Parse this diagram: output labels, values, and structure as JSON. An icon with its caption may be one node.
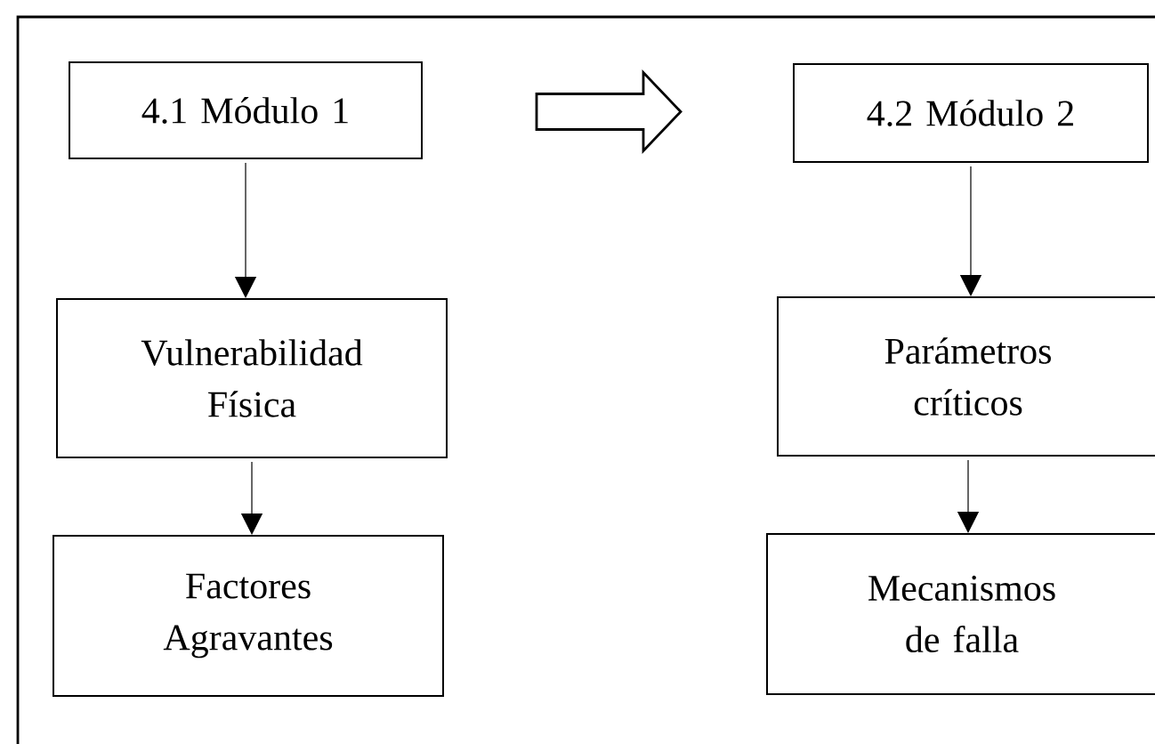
{
  "diagram": {
    "nodes": [
      {
        "text": [
          "4.1 Módulo 1"
        ]
      },
      {
        "text": [
          "Vulnerabilidad Física"
        ]
      },
      {
        "text": [
          "Factores Agravantes"
        ]
      },
      {
        "text": [
          "4.2 Módulo 2"
        ]
      },
      {
        "text": [
          "Parámetros críticos"
        ]
      },
      {
        "text": [
          "Mecanismos de falla"
        ]
      }
    ],
    "edges": [
      {
        "from": 0,
        "to": 3,
        "arrow": "to",
        "style": "thick"
      },
      {
        "from": 0,
        "to": 1,
        "arrow": "to"
      },
      {
        "from": 1,
        "to": 2,
        "arrow": "to"
      },
      {
        "from": 3,
        "to": 4,
        "arrow": "to"
      },
      {
        "from": 4,
        "to": 5,
        "arrow": "to"
      }
    ]
  }
}
